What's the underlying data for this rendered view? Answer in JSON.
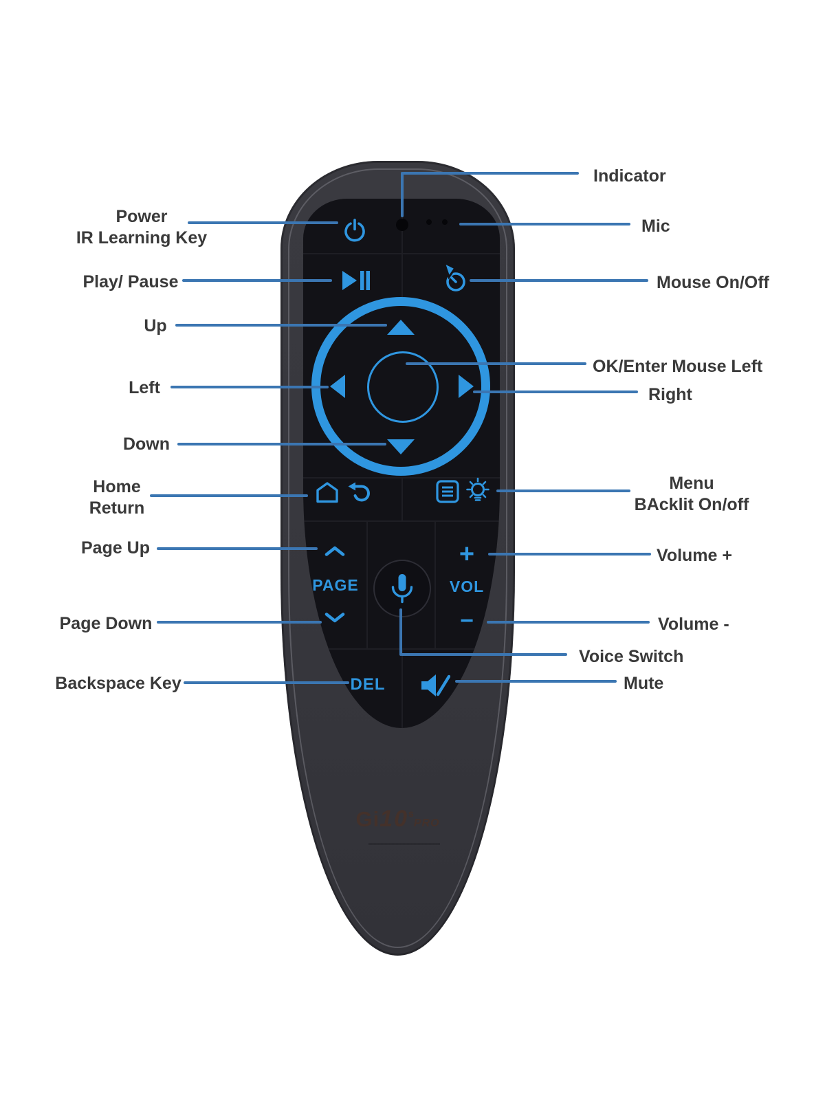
{
  "colors": {
    "accent_blue": "#2f96e0",
    "callout_line_blue": "#3b76b2",
    "label_text": "#3a3a3a",
    "remote_body": "#38383e",
    "key_panel": "#121217",
    "logo_brown": "#463129"
  },
  "callouts": {
    "left": [
      {
        "id": "power-ir-learning",
        "lines": [
          "Power",
          "IR Learning Key"
        ]
      },
      {
        "id": "play-pause",
        "lines": [
          "Play/ Pause"
        ]
      },
      {
        "id": "up",
        "lines": [
          "Up"
        ]
      },
      {
        "id": "left",
        "lines": [
          "Left"
        ]
      },
      {
        "id": "down",
        "lines": [
          "Down"
        ]
      },
      {
        "id": "home-return",
        "lines": [
          "Home",
          "Return"
        ]
      },
      {
        "id": "page-up",
        "lines": [
          "Page Up"
        ]
      },
      {
        "id": "page-down",
        "lines": [
          "Page Down"
        ]
      },
      {
        "id": "backspace",
        "lines": [
          "Backspace Key"
        ]
      }
    ],
    "right": [
      {
        "id": "indicator",
        "lines": [
          "Indicator"
        ]
      },
      {
        "id": "mic",
        "lines": [
          "Mic"
        ]
      },
      {
        "id": "mouse-on-off",
        "lines": [
          "Mouse On/Off"
        ]
      },
      {
        "id": "ok-enter",
        "lines": [
          "OK/Enter Mouse Left"
        ]
      },
      {
        "id": "right",
        "lines": [
          "Right"
        ]
      },
      {
        "id": "menu-backlit",
        "lines": [
          "Menu",
          "BAcklit On/off"
        ]
      },
      {
        "id": "volume-plus",
        "lines": [
          "Volume +"
        ]
      },
      {
        "id": "volume-minus",
        "lines": [
          "Volume -"
        ]
      },
      {
        "id": "voice-switch",
        "lines": [
          "Voice Switch"
        ]
      },
      {
        "id": "mute",
        "lines": [
          "Mute"
        ]
      }
    ]
  },
  "remote": {
    "page_label": "PAGE",
    "vol_label": "VOL",
    "del_label": "DEL",
    "plus_label": "+",
    "minus_label": "−",
    "logo": {
      "brand": "Gi",
      "model": "10",
      "sup": "s",
      "series": "PRO"
    }
  }
}
